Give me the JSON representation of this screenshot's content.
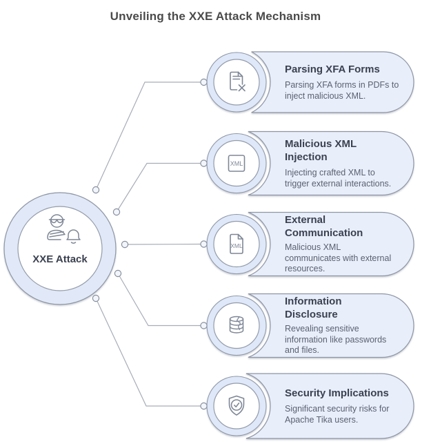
{
  "title": "Unveiling the XXE Attack Mechanism",
  "center": {
    "label": "XXE Attack",
    "icon": "hacker-bell-icon"
  },
  "steps": [
    {
      "title": "Parsing XFA Forms",
      "description": "Parsing XFA forms in PDFs to\ninject malicious XML.",
      "icon": "file-x-icon"
    },
    {
      "title": "Malicious XML\nInjection",
      "description": "Injecting crafted XML to\ntrigger external interactions.",
      "icon": "xml-box-icon",
      "icon_label": "XML"
    },
    {
      "title": "External\nCommunication",
      "description": "Malicious XML\ncommunicates with external\nresources.",
      "icon": "xml-file-icon",
      "icon_label": "XML"
    },
    {
      "title": "Information\nDisclosure",
      "description": "Revealing sensitive\ninformation like passwords\nand files.",
      "icon": "database-crack-icon"
    },
    {
      "title": "Security Implications",
      "description": "Significant security risks for\nApache Tika users.",
      "icon": "shield-check-icon"
    }
  ],
  "colors": {
    "card_fill": "#e9eefb",
    "ring_fill": "#dfe8f9",
    "border": "#8d95a4",
    "connector_line": "#a6acb6",
    "dot_fill": "#f2f5fb",
    "title_text": "#4a4a4a",
    "heading_text": "#3b4150",
    "body_text": "#5a6170",
    "icon_stroke": "#7e8796"
  }
}
